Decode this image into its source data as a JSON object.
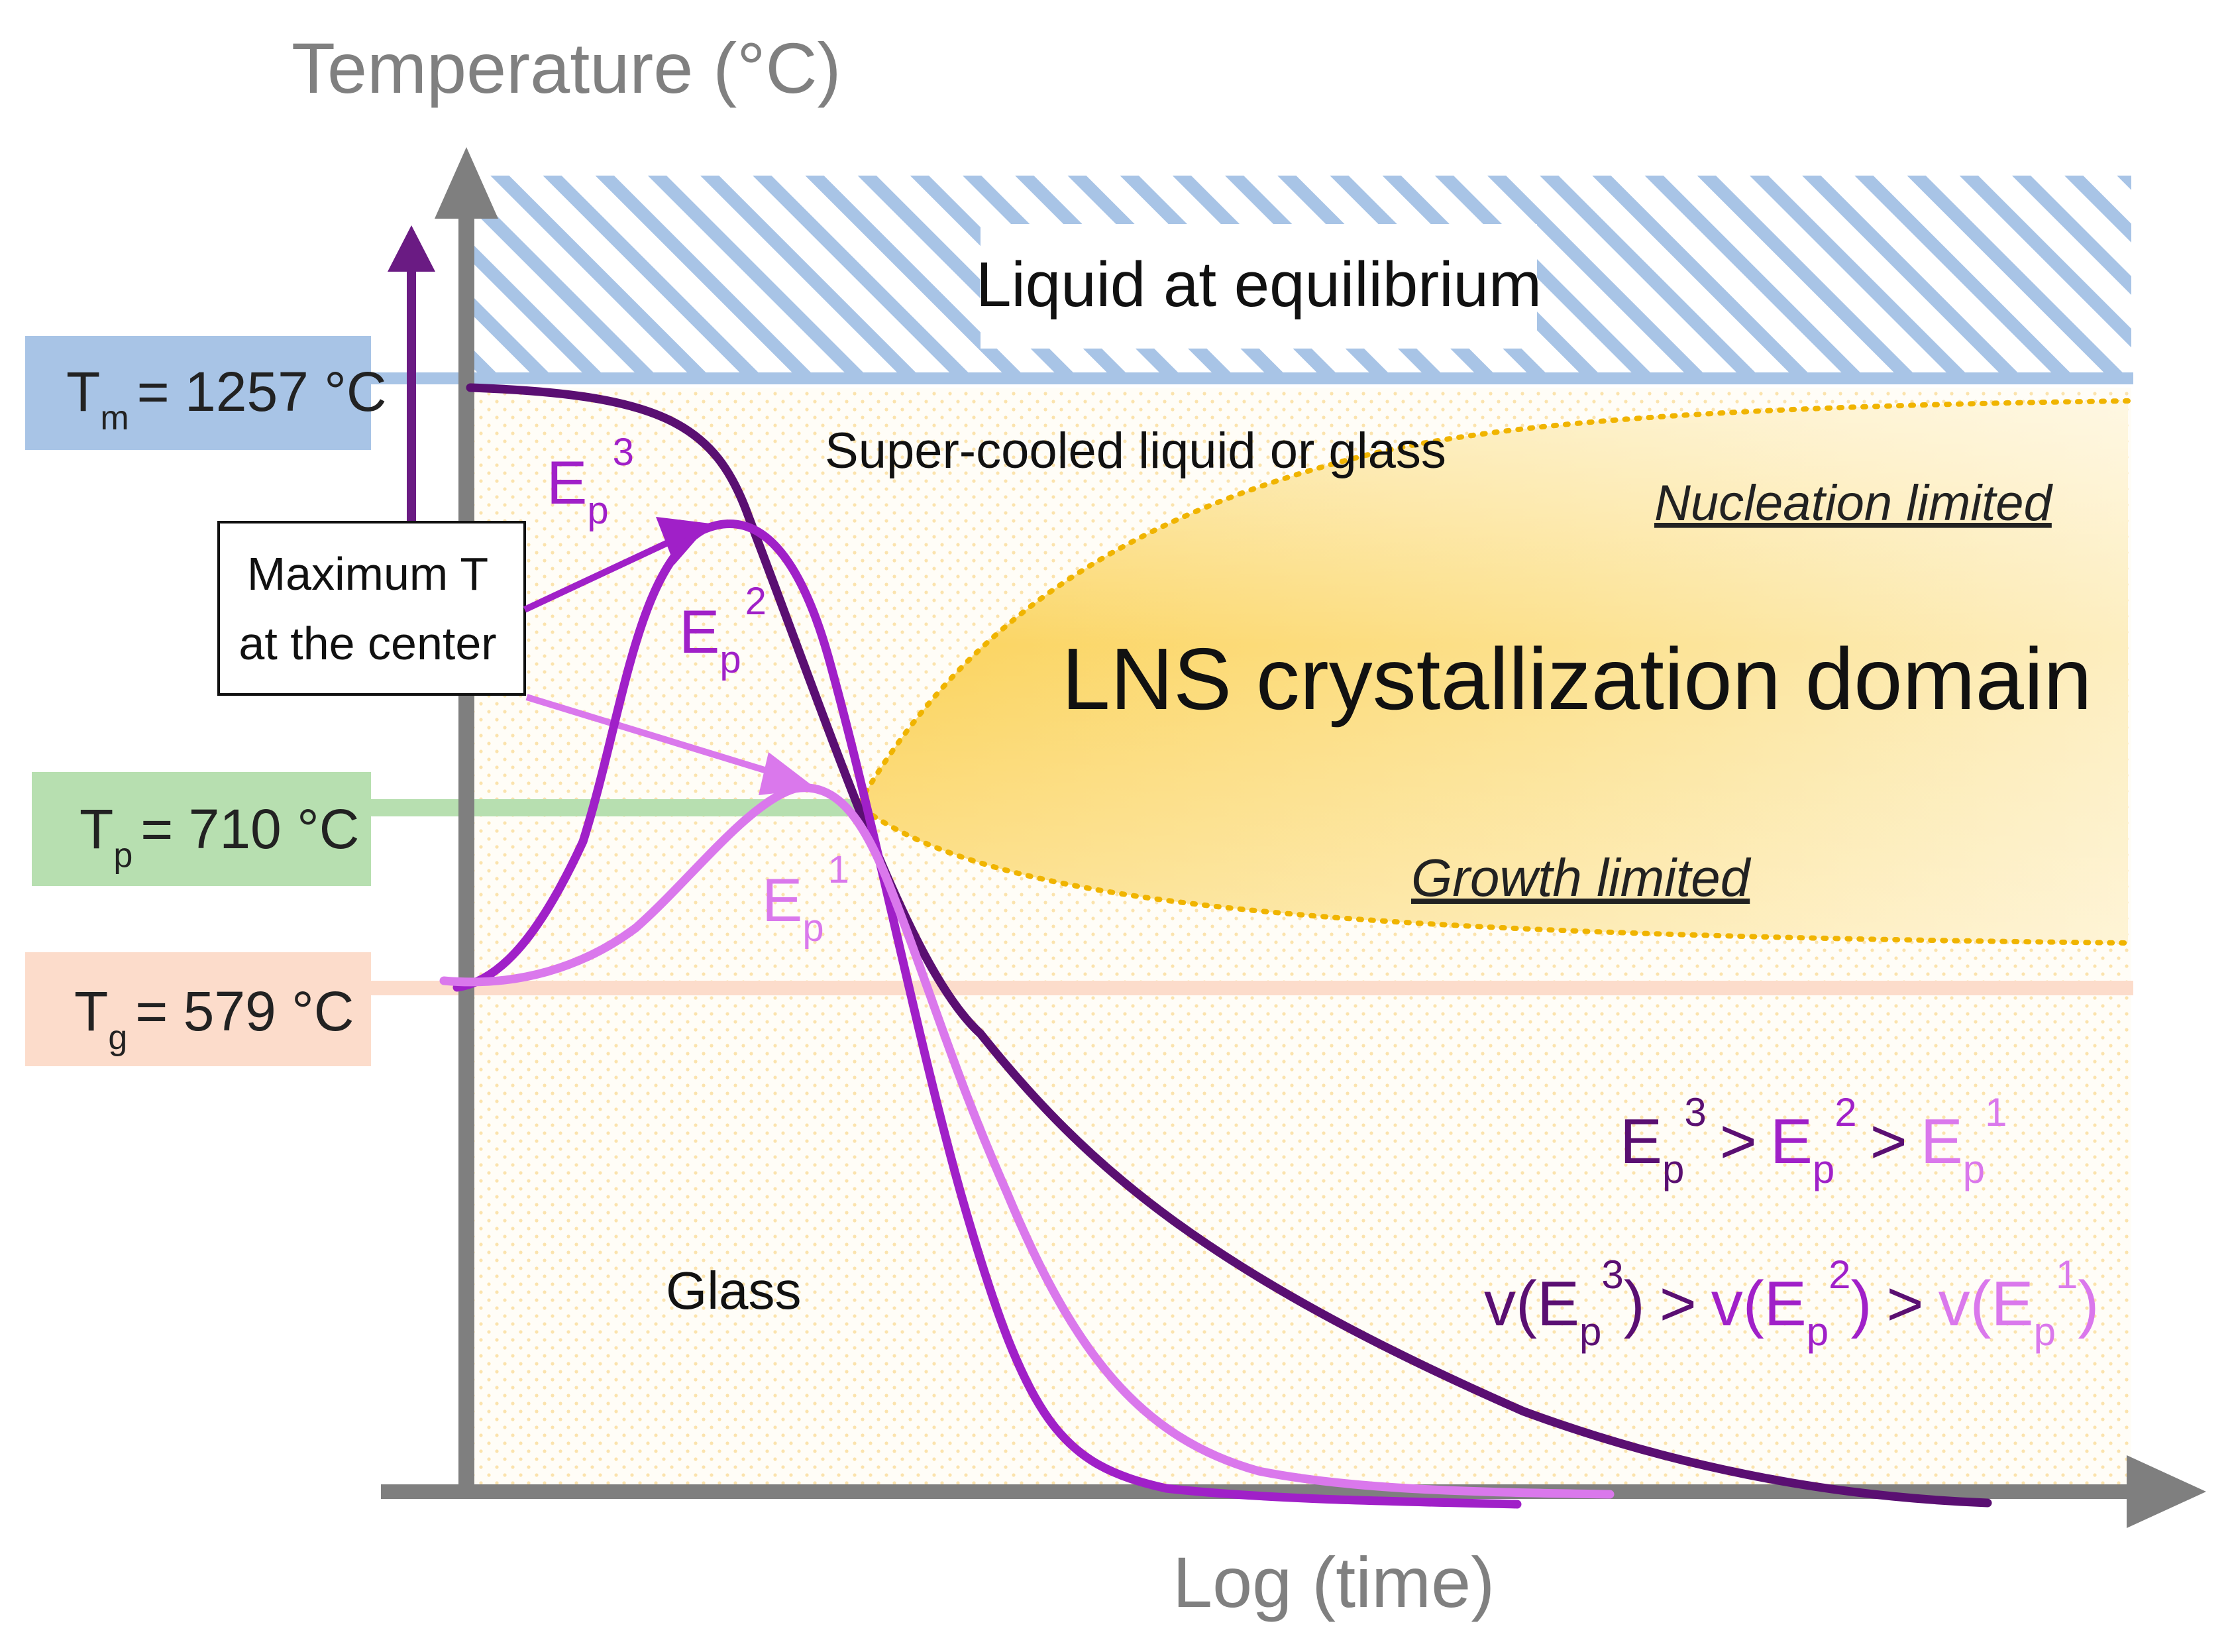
{
  "axes": {
    "y_label": "Temperature (°C)",
    "x_label": "Log (time)"
  },
  "temperature_labels": {
    "tm": {
      "symbol": "T",
      "sub": "m",
      "value": "= 1257 °C",
      "color": "#a8c4e6"
    },
    "tp": {
      "symbol": "T",
      "sub": "p",
      "value": "= 710 °C",
      "color": "#b7dfb0"
    },
    "tg": {
      "symbol": "T",
      "sub": "g",
      "value": "= 579 °C",
      "color": "#fcdccb"
    }
  },
  "regions": {
    "liquid": "Liquid at equilibrium",
    "supercooled": "Super-cooled liquid or glass",
    "nucleation": "Nucleation limited",
    "crystallization": "LNS crystallization domain",
    "growth": "Growth limited",
    "glass": "Glass"
  },
  "annotation": {
    "line1": "Maximum T",
    "line2": "at the center"
  },
  "curves": [
    {
      "name": "E",
      "sub": "p",
      "sup": "3",
      "color": "#5a0f72"
    },
    {
      "name": "E",
      "sub": "p",
      "sup": "2",
      "color": "#a020c8"
    },
    {
      "name": "E",
      "sub": "p",
      "sup": "1",
      "color": "#da78ec"
    }
  ],
  "relations": {
    "energy_gt": ">",
    "v_prefix": "v(",
    "v_suffix": ")"
  },
  "colors": {
    "axis": "#7f7f7f",
    "liquid_hatch": "#a8c4e6",
    "domain_fill": "#fbd768",
    "domain_border": "#f0b400",
    "background_dots": "#fbe7b6"
  }
}
